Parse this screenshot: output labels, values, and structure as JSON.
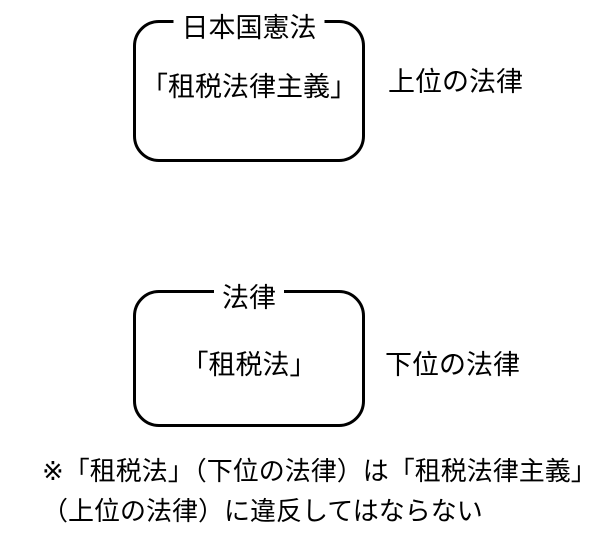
{
  "page": {
    "background_color": "#ffffff",
    "ink_color": "#000000"
  },
  "boxes": {
    "upper": {
      "title": "日本国憲法",
      "content": "「租税法律主義」",
      "side_label": "上位の法律"
    },
    "lower": {
      "title": "法律",
      "content": "「租税法」",
      "side_label": "下位の法律"
    }
  },
  "note": {
    "line1": "※「租税法」（下位の法律）は「租税法律主義」",
    "line2": "（上位の法律）に違反してはならない"
  }
}
